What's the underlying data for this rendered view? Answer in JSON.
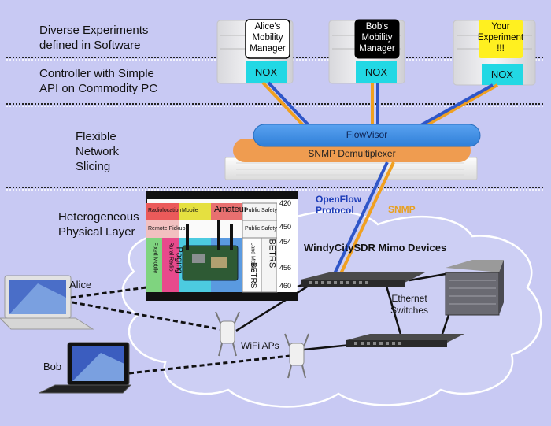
{
  "layers": {
    "experiments": [
      "Diverse Experiments",
      "defined in Software"
    ],
    "controller": [
      "Controller with Simple",
      "API on Commodity PC"
    ],
    "slicing": [
      "Flexible",
      "Network",
      "Slicing"
    ],
    "physical": [
      "Heterogeneous",
      "Physical Layer"
    ]
  },
  "experiments": {
    "alice": [
      "Alice's",
      "Mobility",
      "Manager"
    ],
    "bob": [
      "Bob's",
      "Mobility",
      "Manager"
    ],
    "yours": [
      "Your",
      "Experiment",
      "!!!"
    ]
  },
  "nox_label": "NOX",
  "flowvisor_label": "FlowVisor",
  "snmp_demux_label": "SNMP Demultiplexer",
  "protocol_labels": {
    "openflow": [
      "OpenFlow",
      "Protocol"
    ],
    "snmp": "SNMP"
  },
  "sdr_label": "WindyCitySDR Mimo Devices",
  "ethernet_label": [
    "Ethernet",
    "Switches"
  ],
  "wifi_label": "WiFi APs",
  "users": {
    "alice": "Alice",
    "bob": "Bob"
  },
  "spectrum": {
    "row1": [
      "Radiolocation",
      "Mobile",
      "Amateur",
      "Public Safety"
    ],
    "row2": [
      "Remote Pickup",
      "",
      "",
      "Public Safety"
    ],
    "freqs": [
      "420",
      "450",
      "454",
      "456",
      "460"
    ],
    "vertical": [
      "Fixed Mobile",
      "Rural Radio",
      "Paging",
      "Land Mobile",
      "BETRS",
      "BETRS"
    ]
  },
  "colors": {
    "background": "#c8c9f3",
    "flowvisor": "#3e8ee6",
    "snmp_bar": "#ef9c50",
    "openflow_line": "#2f56c8",
    "snmp_line": "#f0a020",
    "nox": "#22d8e4",
    "your_experiment": "#fff020"
  }
}
